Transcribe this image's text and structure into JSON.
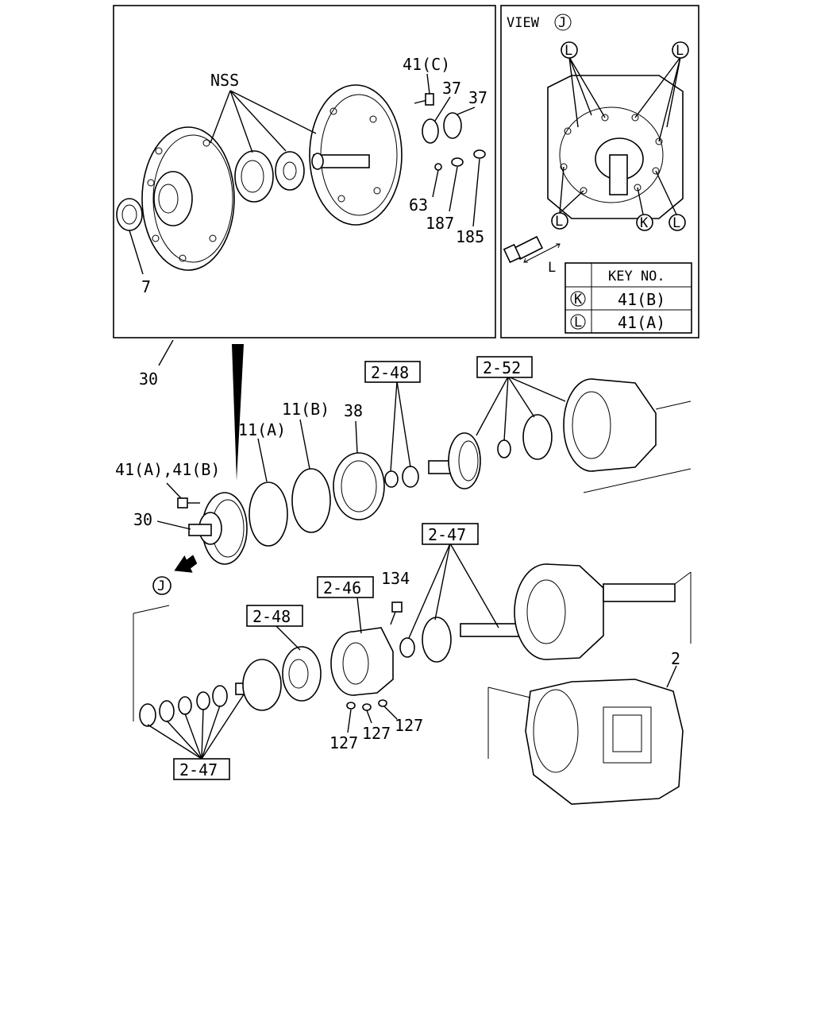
{
  "inset_nss": {
    "nss": "NSS",
    "p41c": "41(C)",
    "p37a": "37",
    "p37b": "37",
    "p63": "63",
    "p187": "187",
    "p185": "185",
    "p7": "7"
  },
  "inset_view": {
    "view_text": "VIEW",
    "view_letter": "J",
    "dim_letter": "L",
    "circle_letters": {
      "L": "L",
      "K": "K"
    },
    "key_table": {
      "header": "KEY NO.",
      "rows": [
        {
          "sym": "K",
          "value": "41(B)"
        },
        {
          "sym": "L",
          "value": "41(A)"
        }
      ]
    }
  },
  "labels": {
    "p30_top": "30",
    "p30": "30",
    "p41ab": "41(A),41(B)",
    "p11a": "11(A)",
    "p11b": "11(B)",
    "p38": "38",
    "j_letter": "J",
    "p134": "134",
    "p127a": "127",
    "p127b": "127",
    "p127c": "127",
    "p2": "2"
  },
  "boxed_labels": {
    "b248_top": "2-48",
    "b252": "2-52",
    "b247_mid": "2-47",
    "b246": "2-46",
    "b248_low": "2-48",
    "b247_low": "2-47"
  }
}
